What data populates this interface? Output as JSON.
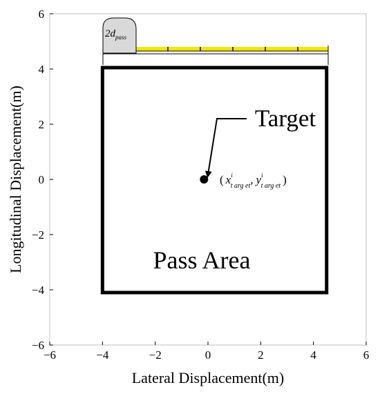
{
  "axes": {
    "xlabel": "Lateral Displacement(m)",
    "ylabel": "Longitudinal Displacement(m)",
    "xlim": [
      -6,
      6
    ],
    "ylim": [
      -6,
      6
    ],
    "xticks": [
      "−6",
      "−4",
      "−2",
      "0",
      "2",
      "4",
      "6"
    ],
    "yticks": [
      "−6",
      "−4",
      "−2",
      "0",
      "2",
      "4",
      "6"
    ]
  },
  "pass_area": {
    "label": "Pass Area",
    "x_range": [
      -4,
      4.5
    ],
    "y_range": [
      -4.1,
      4.05
    ],
    "color": "#000000"
  },
  "target": {
    "label": "Target",
    "x": -0.15,
    "y": 0,
    "coord_label": {
      "open": "(",
      "x_sym": "x",
      "sup1": "i",
      "sub1": "t arg et",
      "comma": ",",
      "y_sym": "y",
      "sup2": "i",
      "sub2": "t arg et",
      "close": ")"
    }
  },
  "pass_width": {
    "label_main": "2d",
    "label_sub": "pass",
    "bar_color": "#f4e600",
    "badge_color": "#d9d9d9"
  }
}
